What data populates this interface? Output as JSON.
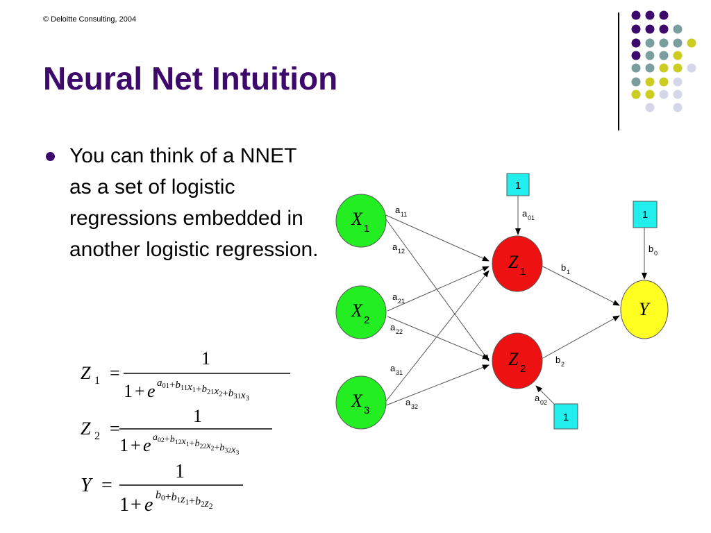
{
  "header": {
    "copyright": "© Deloitte Consulting, 2004",
    "title": "Neural Net Intuition"
  },
  "bullets": [
    "You can think of a NNET as a set of logistic regressions embedded in another logistic regression."
  ],
  "equations": [
    {
      "lhs_var": "Z",
      "lhs_sub": "1",
      "numerator": "1",
      "one": "1",
      "plus": "+",
      "base": "e",
      "exponent": [
        [
          "a",
          "01"
        ],
        [
          "b",
          "11"
        ],
        [
          "x",
          "1"
        ],
        [
          "b",
          "21"
        ],
        [
          "x",
          "2"
        ],
        [
          "b",
          "31"
        ],
        [
          "x",
          "3"
        ]
      ]
    },
    {
      "lhs_var": "Z",
      "lhs_sub": "2",
      "numerator": "1",
      "one": "1",
      "plus": "+",
      "base": "e",
      "exponent": [
        [
          "a",
          "02"
        ],
        [
          "b",
          "12"
        ],
        [
          "x",
          "1"
        ],
        [
          "b",
          "22"
        ],
        [
          "x",
          "2"
        ],
        [
          "b",
          "32"
        ],
        [
          "x",
          "3"
        ]
      ]
    },
    {
      "lhs_var": "Y",
      "lhs_sub": "",
      "numerator": "1",
      "one": "1",
      "plus": "+",
      "base": "e",
      "exponent": [
        [
          "b",
          "0"
        ],
        [
          "b",
          "1"
        ],
        [
          "z",
          "1"
        ],
        [
          "b",
          "2"
        ],
        [
          "z",
          "2"
        ]
      ]
    }
  ],
  "diagram": {
    "nodes": {
      "x1": {
        "var": "X",
        "sub": "1"
      },
      "x2": {
        "var": "X",
        "sub": "2"
      },
      "x3": {
        "var": "X",
        "sub": "3"
      },
      "z1": {
        "var": "Z",
        "sub": "1"
      },
      "z2": {
        "var": "Z",
        "sub": "2"
      },
      "y": {
        "var": "Y",
        "sub": ""
      }
    },
    "bias_boxes": {
      "z1": "1",
      "y": "1",
      "z2": "1"
    },
    "weights": {
      "a11": {
        "base": "a",
        "sub": "11"
      },
      "a12": {
        "base": "a",
        "sub": "12"
      },
      "a21": {
        "base": "a",
        "sub": "21"
      },
      "a22": {
        "base": "a",
        "sub": "22"
      },
      "a31": {
        "base": "a",
        "sub": "31"
      },
      "a32": {
        "base": "a",
        "sub": "32"
      },
      "a01": {
        "base": "a",
        "sub": "01"
      },
      "a02": {
        "base": "a",
        "sub": "02"
      },
      "b0": {
        "base": "b",
        "sub": "0"
      },
      "b1": {
        "base": "b",
        "sub": "1"
      },
      "b2": {
        "base": "b",
        "sub": "2"
      }
    }
  },
  "colors": {
    "title": "#3d0a6b",
    "input_node": "#22ee22",
    "hidden_node": "#ee1111",
    "output_node": "#ffff22",
    "bias_box": "#22eeee",
    "dot_purple": "#3d0a6b",
    "dot_teal": "#7a9e9e",
    "dot_yellow": "#cccc22",
    "dot_lavender": "#d6d6ea"
  }
}
